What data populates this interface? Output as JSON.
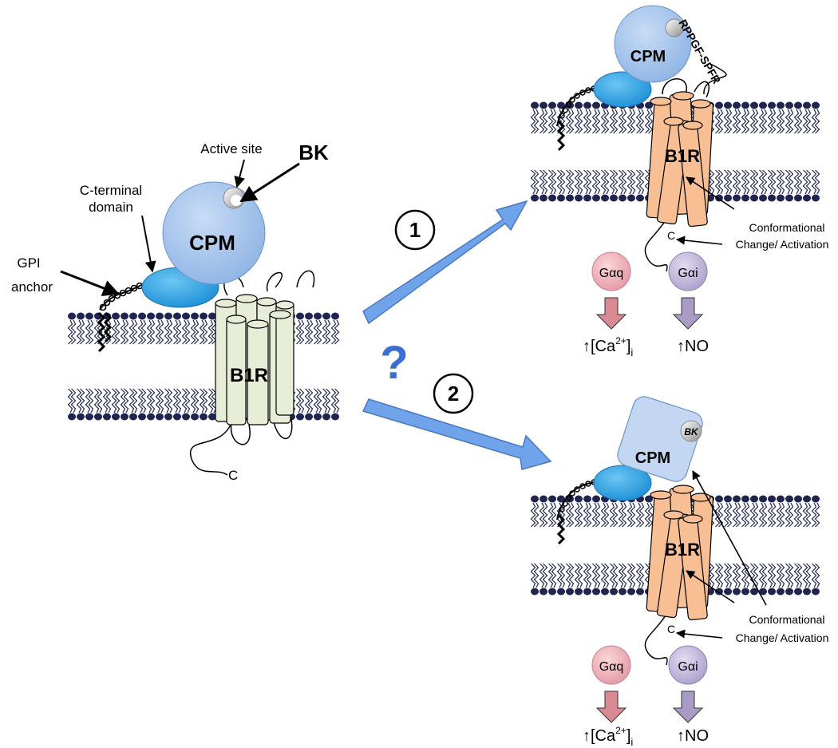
{
  "left_panel": {
    "cpm_label": "CPM",
    "b1r_label": "B1R",
    "bk_label": "BK",
    "active_site_label": "Active site",
    "c_terminal_label_line1": "C-terminal",
    "c_terminal_label_line2": "domain",
    "gpi_label_line1": "GPI",
    "gpi_label_line2": "anchor",
    "c_label": "C"
  },
  "middle": {
    "route1_label": "1",
    "route2_label": "2",
    "question_mark": "?"
  },
  "top_right": {
    "cpm_label": "CPM",
    "peptide_label": "RPPGF-SPFR",
    "b1r_label": "B1R",
    "c_label": "C",
    "conformational_line1": "Conformational",
    "conformational_line2": "Change/ Activation",
    "gaq_label": "Gαq",
    "gai_label": "Gαi",
    "ca_prefix": "↑[Ca",
    "ca_sup": "2+",
    "ca_suffix": "]",
    "ca_sub": "i",
    "no_label": "↑NO"
  },
  "bottom_right": {
    "cpm_label": "CPM",
    "bk_label": "BK",
    "b1r_label": "B1R",
    "c_label": "C",
    "conformational_line1": "Conformational",
    "conformational_line2": "Change/ Activation",
    "gaq_label": "Gαq",
    "gai_label": "Gαi",
    "ca_prefix": "↑[Ca",
    "ca_sup": "2+",
    "ca_suffix": "]",
    "ca_sub": "i",
    "no_label": "↑NO"
  },
  "colors": {
    "cpm": "#9bbde8",
    "c_terminal": "#2fa3e0",
    "b1r_left": "#e8edd8",
    "b1r_right": "#f7bf93",
    "membrane": "#1f2450",
    "route_arrow": "#6fa3ea",
    "gaq": "#e59aa3",
    "gai": "#b0a3cf",
    "question": "#3d6fd1"
  }
}
